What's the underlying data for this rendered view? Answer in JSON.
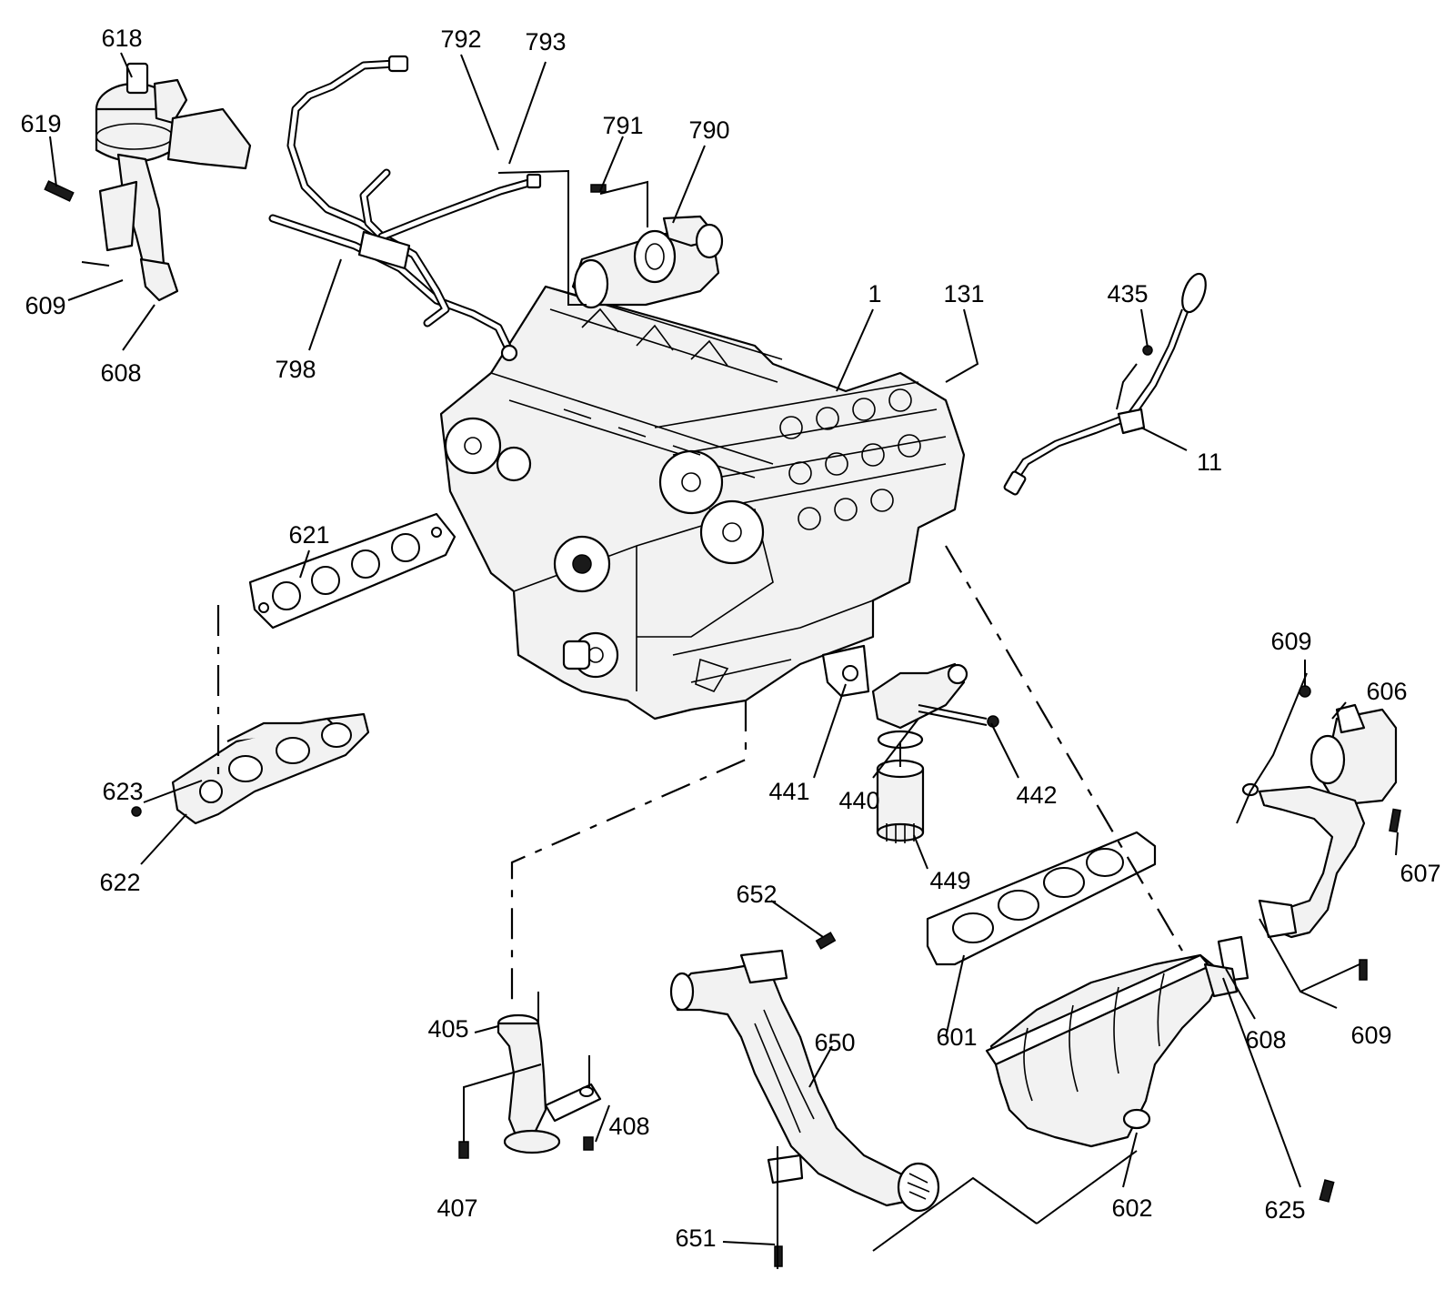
{
  "diagram": {
    "callouts": {
      "c618": "618",
      "c619": "619",
      "c609a": "609",
      "c608a": "608",
      "c792": "792",
      "c793": "793",
      "c791": "791",
      "c790": "790",
      "c798": "798",
      "c1": "1",
      "c131": "131",
      "c435": "435",
      "c11": "11",
      "c621": "621",
      "c623": "623",
      "c622": "622",
      "c441": "441",
      "c440": "440",
      "c442": "442",
      "c449": "449",
      "c609b": "609",
      "c606": "606",
      "c607": "607",
      "c652": "652",
      "c650": "650",
      "c601": "601",
      "c608b": "608",
      "c609c": "609",
      "c405": "405",
      "c408": "408",
      "c407": "407",
      "c651": "651",
      "c602": "602",
      "c625": "625"
    }
  }
}
